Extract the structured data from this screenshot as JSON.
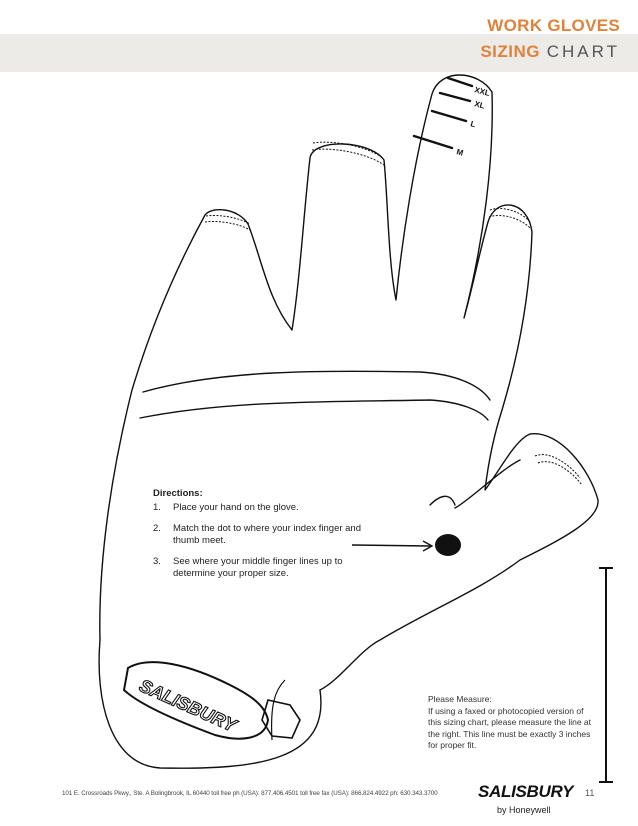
{
  "header": {
    "title_line1": "WORK GLOVES",
    "title_accent": "SIZING",
    "title_rest": "CHART"
  },
  "size_marks": [
    "XXL",
    "XL",
    "L",
    "M"
  ],
  "directions": {
    "heading": "Directions:",
    "steps": [
      {
        "num": "1.",
        "text": "Place your hand on the glove."
      },
      {
        "num": "2.",
        "text": "Match the dot to where your index finger and thumb meet."
      },
      {
        "num": "3.",
        "text": "See where your middle finger lines up to determine your proper size."
      }
    ]
  },
  "glove_logo": "SALISBURY",
  "measure": {
    "heading": "Please Measure:",
    "text": "If using a faxed or photocopied version of this sizing chart, please measure the line at the right. This line must be exactly 3 inches for proper fit."
  },
  "footer": {
    "address": "101 E. Crossroads Pkwy., Ste. A  Bolingbrook, IL  60440   toll free ph (USA): 877.406.4501   toll free fax (USA): 866.824.4922   ph: 630.343.3700",
    "brand": "SALISBURY",
    "brand_sub": "by Honeywell",
    "page_number": "11"
  },
  "colors": {
    "accent": "#e0823c",
    "band": "#ecebe8",
    "ink": "#111111"
  }
}
